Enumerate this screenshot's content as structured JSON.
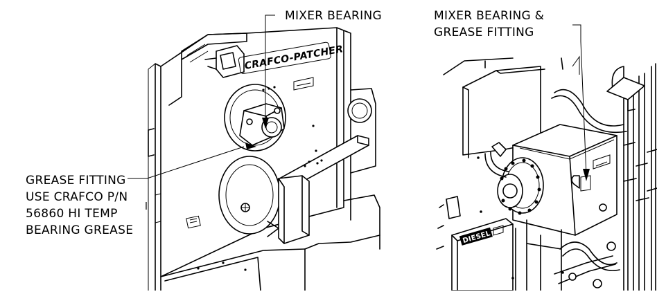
{
  "callouts": {
    "mixer_bearing": "MIXER BEARING",
    "mixer_bearing_fitting_line1": "MIXER BEARING &",
    "mixer_bearing_fitting_line2": "GREASE FITTING",
    "grease_fitting_line1": "GREASE FITTING",
    "grease_fitting_line2": "USE CRAFCO P/N",
    "grease_fitting_line3": "56860 HI TEMP",
    "grease_fitting_line4": "BEARING GREASE"
  },
  "machine_labels": {
    "brand": "CRAFCO-PATCHER",
    "diesel": "DIESEL"
  },
  "colors": {
    "line": "#000000",
    "background": "#ffffff"
  }
}
